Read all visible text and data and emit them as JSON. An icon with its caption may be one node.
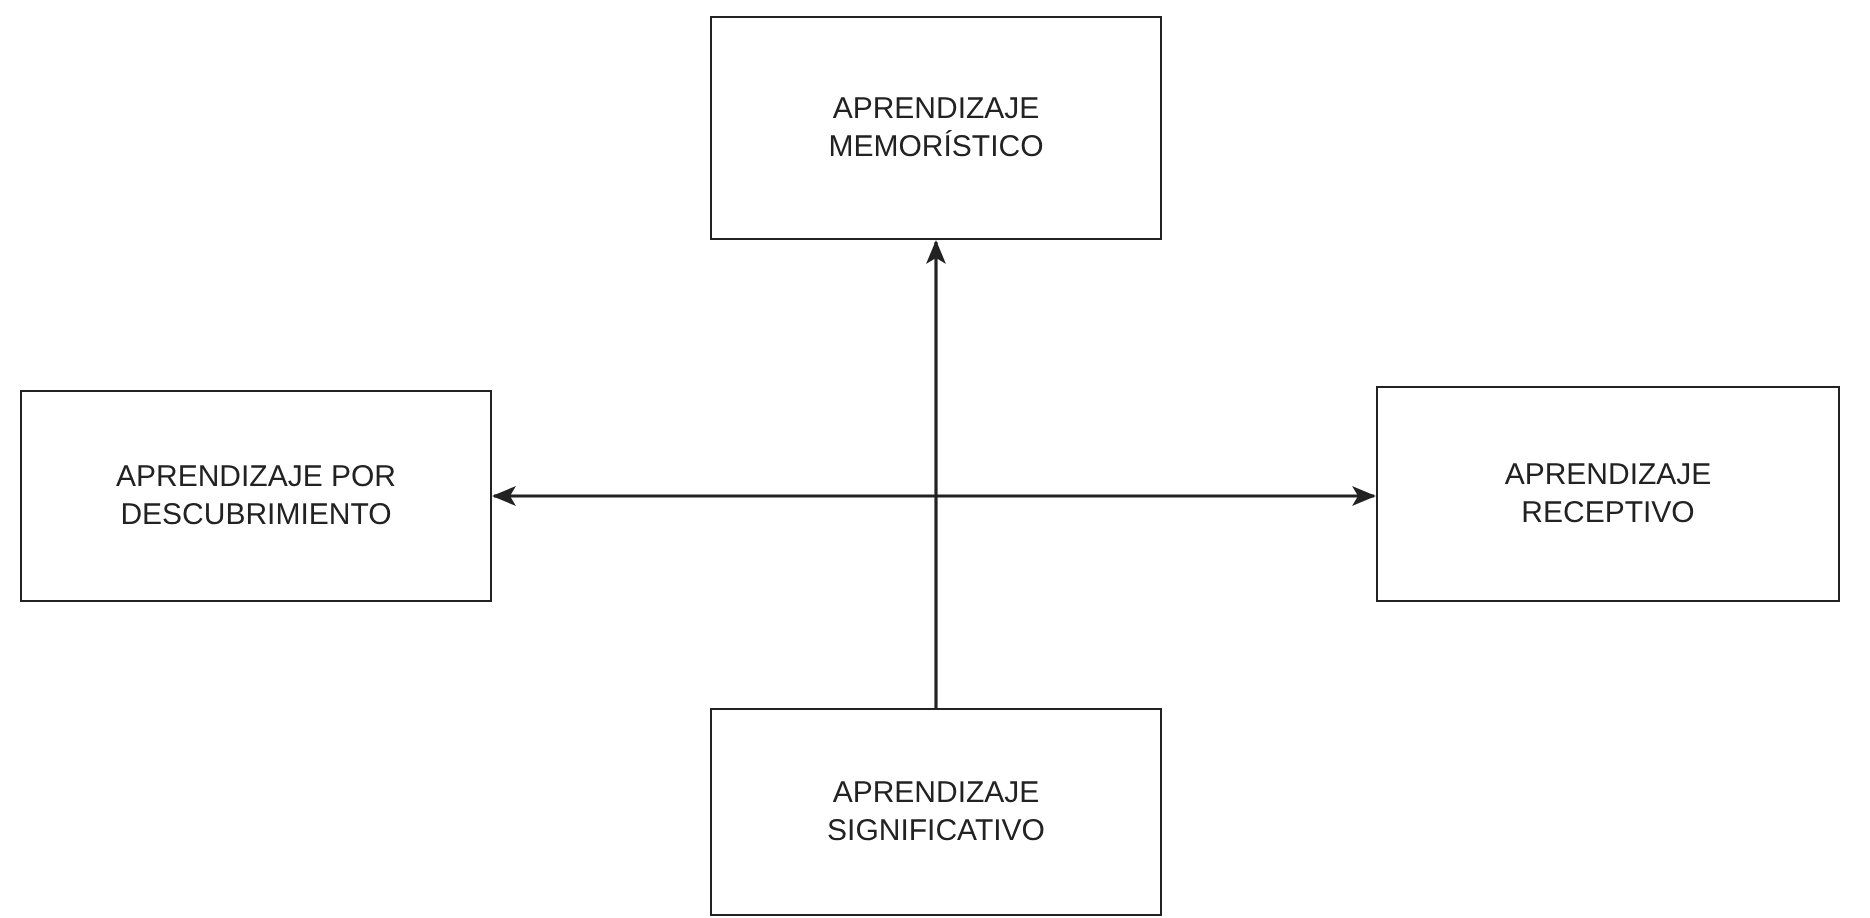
{
  "diagram": {
    "nodes": [
      {
        "text": [
          "APRENDIZAJE MEMORÍSTICO"
        ]
      },
      {
        "text": [
          "APRENDIZAJE POR DESCUBRIMIENTO"
        ]
      },
      {
        "text": [
          "APRENDIZAJE RECEPTIVO"
        ]
      },
      {
        "text": [
          "APRENDIZAJE SIGNIFICATIVO"
        ]
      }
    ],
    "edges": [
      {
        "from": 3,
        "to": 0,
        "arrow": "to"
      },
      {
        "from": 1,
        "to": 2,
        "arrow": "both"
      }
    ]
  }
}
